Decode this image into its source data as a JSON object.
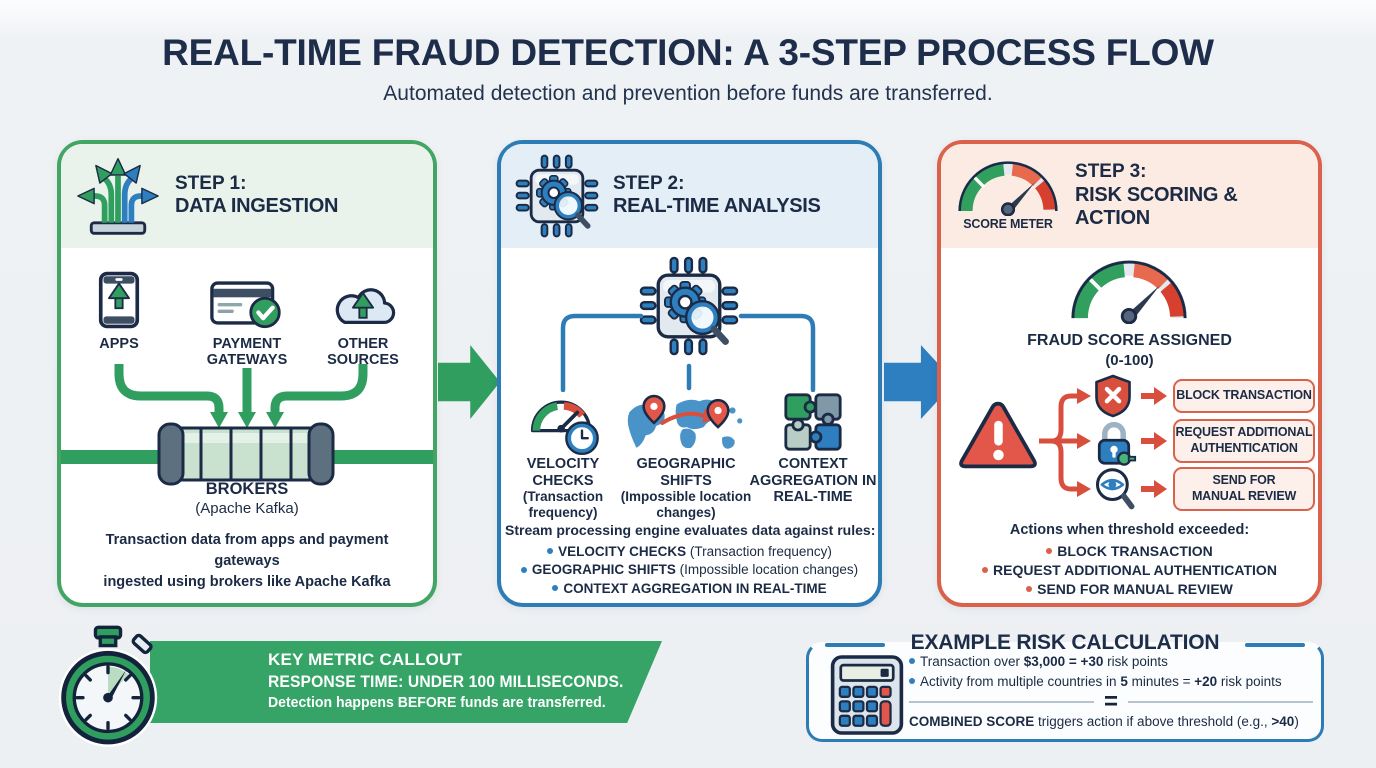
{
  "header": {
    "title": "REAL-TIME FRAUD DETECTION: A 3-STEP PROCESS FLOW",
    "subtitle": "Automated detection and prevention before funds are transferred."
  },
  "colors": {
    "green": "#2f9e5f",
    "blue": "#2e7fc0",
    "red": "#d9604a",
    "navy": "#1c2b45",
    "panel1_header_bg": "#e9f3eb",
    "panel2_header_bg": "#e4eef6",
    "panel3_header_bg": "#fcebe3",
    "banner_green": "#35a466",
    "button_fill": "#fdf0ea"
  },
  "icons": {
    "step1_header": "branching-arrows-icon",
    "step1_sources": [
      "phone-upload-icon",
      "card-check-icon",
      "cloud-upload-icon"
    ],
    "step1_pipeline": "kafka-pipe-icon",
    "step2_header": "chip-analysis-icon",
    "step2_center": "chip-analysis-icon",
    "step2_checks": [
      "speed-gauge-clock-icon",
      "world-map-pins-icon",
      "puzzle-pieces-icon"
    ],
    "step3_header": "score-meter-icon",
    "step3_gauge": "score-meter-icon",
    "step3_alert": "warning-triangle-icon",
    "step3_actions": [
      "shield-x-icon",
      "lock-key-icon",
      "eye-magnifier-icon"
    ],
    "callout": "stopwatch-icon",
    "example": "calculator-icon"
  },
  "step1": {
    "label": "STEP 1:",
    "name": "DATA INGESTION",
    "sources": [
      {
        "label": "APPS"
      },
      {
        "label": "PAYMENT GATEWAYS"
      },
      {
        "label": "OTHER SOURCES"
      }
    ],
    "broker_title": "BROKERS",
    "broker_subtitle": "(Apache Kafka)",
    "description_line1": "Transaction data from apps and payment gateways",
    "description_line2": "ingested using brokers like Apache Kafka"
  },
  "step2": {
    "label": "STEP 2:",
    "name": "REAL-TIME ANALYSIS",
    "checks": [
      {
        "title": "VELOCITY CHECKS",
        "subtitle": "(Transaction frequency)"
      },
      {
        "title": "GEOGRAPHIC SHIFTS",
        "subtitle": "(Impossible location changes)"
      },
      {
        "title": "CONTEXT AGGREGATION IN REAL-TIME",
        "subtitle": ""
      }
    ],
    "rules_intro": "Stream processing engine evaluates data against rules:",
    "rules": [
      {
        "strong": "VELOCITY CHECKS",
        "normal": " (Transaction frequency)"
      },
      {
        "strong": "GEOGRAPHIC SHIFTS",
        "normal": " (Impossible location changes)"
      },
      {
        "strong": "CONTEXT AGGREGATION IN REAL-TIME",
        "normal": ""
      }
    ]
  },
  "step3": {
    "label": "STEP 3:",
    "name": "RISK SCORING & ACTION",
    "meter_caption": "SCORE METER",
    "score_title": "FRAUD SCORE ASSIGNED",
    "score_range": "(0-100)",
    "actions": [
      {
        "line1": "BLOCK TRANSACTION",
        "line2": ""
      },
      {
        "line1": "REQUEST ADDITIONAL",
        "line2": "AUTHENTICATION"
      },
      {
        "line1": "SEND FOR",
        "line2": "MANUAL REVIEW"
      }
    ],
    "outcome_intro": "Actions when threshold exceeded:",
    "outcomes": [
      "BLOCK TRANSACTION",
      "REQUEST ADDITIONAL AUTHENTICATION",
      "SEND FOR MANUAL REVIEW"
    ]
  },
  "callout": {
    "title": "KEY METRIC CALLOUT",
    "headline": "RESPONSE TIME: UNDER 100 MILLISECONDS.",
    "note": "Detection happens BEFORE funds are transferred."
  },
  "example": {
    "title": "EXAMPLE RISK CALCULATION",
    "bullet1": {
      "pre": "Transaction over ",
      "strong": "$3,000 = +30",
      "post": " risk points"
    },
    "bullet2": {
      "pre": "Activity from multiple countries in ",
      "strong1": "5",
      "mid": " minutes = ",
      "strong2": "+20",
      "post": " risk points"
    },
    "equals_sign": "=",
    "combined": {
      "strong": "COMBINED SCORE",
      "mid": " triggers action if above threshold (e.g., ",
      "strong2": ">40",
      "post": ")"
    }
  }
}
